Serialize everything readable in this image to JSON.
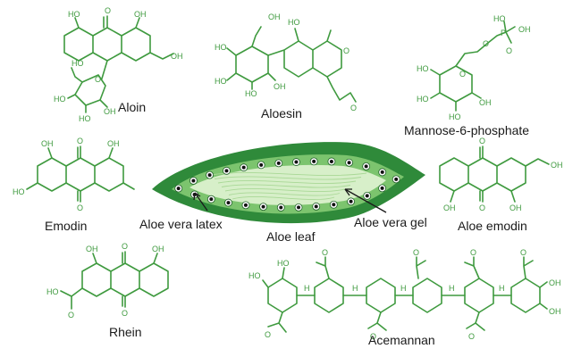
{
  "colors": {
    "molecule": "#3f9a3f",
    "leaf_outer": "#2f8a3a",
    "leaf_mid": "#7cc46e",
    "leaf_gel": "#d7efc9",
    "label": "#1a1a1a",
    "background": "#ffffff"
  },
  "labels": {
    "aloin": "Aloin",
    "aloesin": "Aloesin",
    "mannose": "Mannose-6-phosphate",
    "emodin": "Emodin",
    "aloe_emodin": "Aloe emodin",
    "rhein": "Rhein",
    "acemannan": "Acemannan",
    "aloe_leaf": "Aloe leaf",
    "latex": "Aloe vera latex",
    "gel": "Aloe vera gel"
  },
  "atoms": {
    "hydroxyl": "OH",
    "hydroxyl_left": "HO",
    "oxygen": "O",
    "phosphorus": "P",
    "hydrogen": "H"
  }
}
